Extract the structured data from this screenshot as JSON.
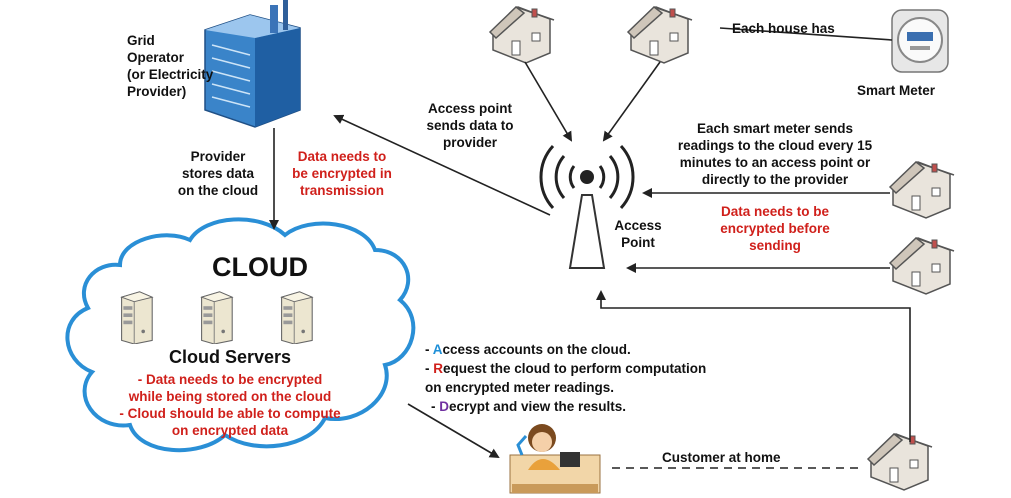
{
  "grid_operator": {
    "lines": [
      "Grid",
      "Operator",
      "(or Electricity",
      "Provider)"
    ]
  },
  "smart_meter": {
    "label": "Smart Meter",
    "each_house": "Each house has"
  },
  "access_point": {
    "label": [
      "Access",
      "Point"
    ],
    "sends": [
      "Access point",
      "sends data to",
      "provider"
    ]
  },
  "meter_sends": [
    "Each smart meter sends",
    "readings to the cloud every 15",
    "minutes to an access point or",
    "directly to the provider"
  ],
  "ap_encrypt": [
    "Data needs to be",
    "encrypted before",
    "sending"
  ],
  "provider_stores": [
    "Provider",
    "stores data",
    "on the cloud"
  ],
  "transmission_encrypt": [
    "Data needs to",
    "be encrypted in",
    "transmission"
  ],
  "cloud": {
    "title": "CLOUD",
    "servers": "Cloud Servers",
    "notes": [
      "- Data needs to be encrypted",
      "while being stored on the cloud",
      "- Cloud should be able to compute",
      "on encrypted data"
    ]
  },
  "customer_actions": [
    {
      "prefix": "- ",
      "initial": "A",
      "rest": "ccess accounts on the cloud."
    },
    {
      "prefix": "- ",
      "initial": "R",
      "rest": "equest the cloud to perform computation"
    },
    {
      "prefix": "",
      "initial": "",
      "rest": "on encrypted meter readings."
    },
    {
      "prefix": "- ",
      "initial": "D",
      "rest": "ecrypt and view the results."
    }
  ],
  "customer": {
    "label": "Customer at home"
  },
  "colors": {
    "red": "#d0201b",
    "accent_a": "#1e8fd8",
    "accent_r": "#d0201b",
    "accent_d": "#7030a0",
    "cloud_border": "#2a8fd6"
  }
}
